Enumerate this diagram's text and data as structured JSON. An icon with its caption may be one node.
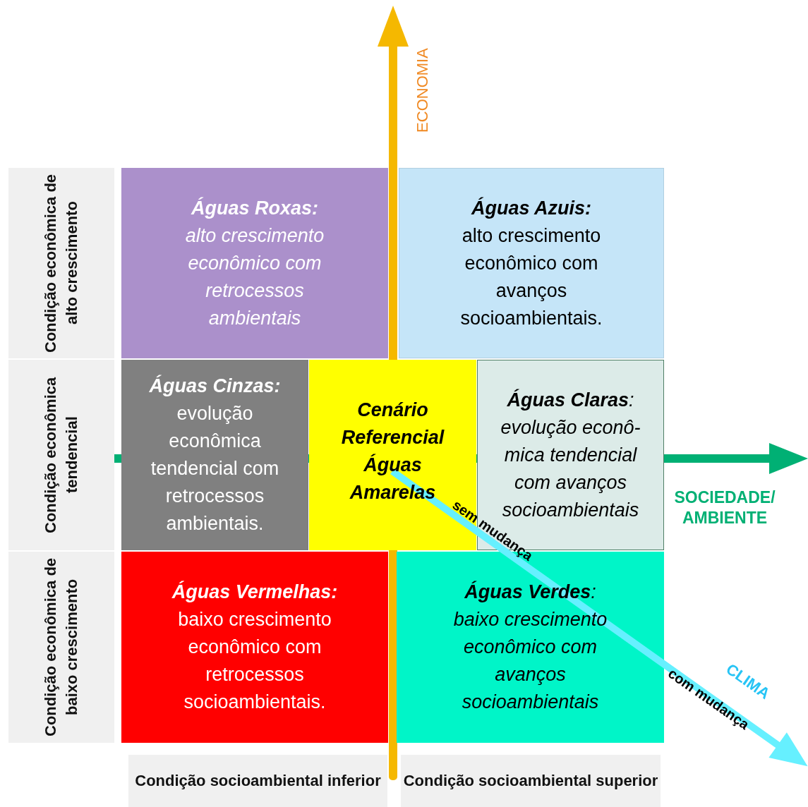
{
  "diagram": {
    "nodes": [
      {
        "text": [
          "Condição econômica de alto crescimento"
        ]
      },
      {
        "text": [
          "Águas Roxas:",
          "alto crescimento econômico com retrocessos ambientais"
        ]
      },
      {
        "text": [
          "Águas Azuis:",
          "alto crescimento econômico com avanços socioambientais."
        ]
      },
      {
        "text": [
          "Condição econômica tendencial"
        ]
      },
      {
        "text": [
          "Águas Cinzas:",
          "evolução econômica tendencial com retrocessos ambientais."
        ]
      },
      {
        "text": [
          "Cenário Referencial Águas Amarelas"
        ]
      },
      {
        "text": [
          "**Águas Claras**:",
          "evolução econô-mica tendencial com avanços socioambientais"
        ]
      },
      {
        "text": [
          "Condição econômica de baixo crescimento"
        ]
      },
      {
        "text": [
          "Águas Vermelhas:",
          "baixo crescimento econômico com retrocessos socioambientais."
        ]
      },
      {
        "text": [
          "**Águas Verdes**:",
          "baixo crescimento econômico com avanços socioambientais"
        ]
      },
      {
        "text": [
          "Condição socioambiental inferior"
        ]
      },
      {
        "text": [
          "Condição socioambiental superior"
        ]
      }
    ],
    "labels": [
      "ECONOMIA",
      "SOCIEDADE/ AMBIENTE",
      "sem mudança",
      "CLIMA",
      "com mudança"
    ]
  }
}
